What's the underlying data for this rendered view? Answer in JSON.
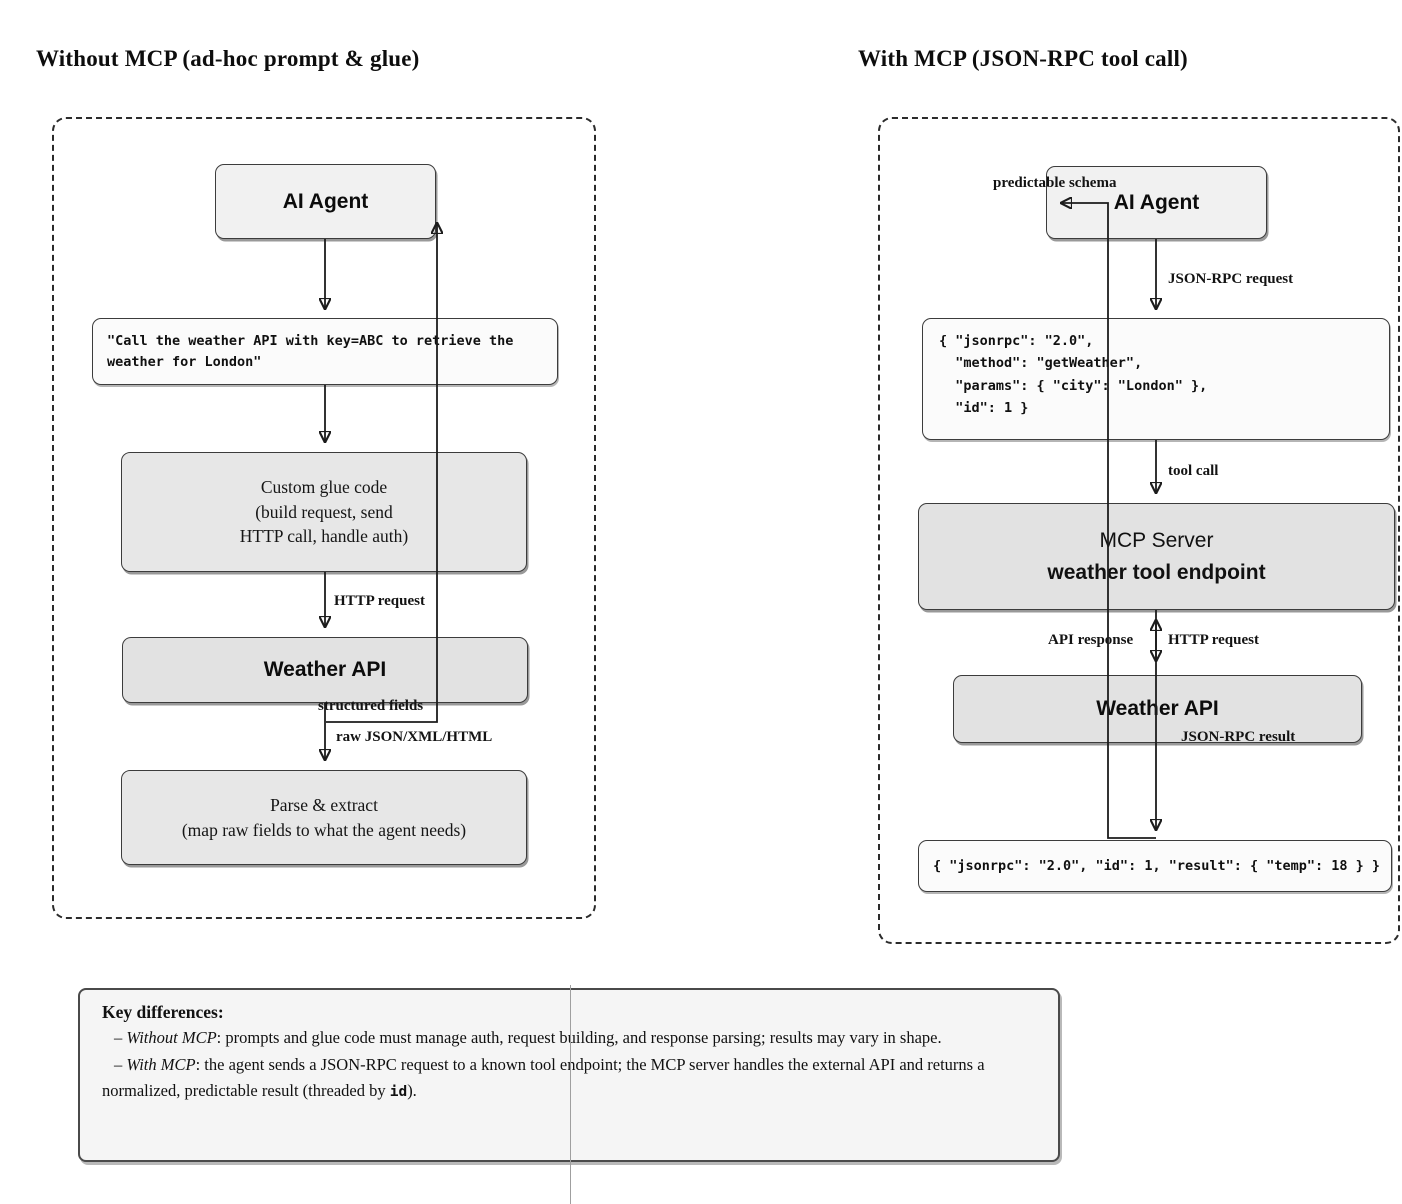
{
  "titles": {
    "left": "Without MCP (ad-hoc prompt & glue)",
    "right": "With MCP (JSON-RPC tool call)"
  },
  "left_flow": {
    "agent": "AI Agent",
    "prompt": "\"Call the weather API with key=ABC to retrieve the\nweather for London\"",
    "glue": "Custom glue code\n(build request, send\nHTTP call, handle auth)",
    "http_request_label": "HTTP request",
    "weather_api": "Weather API",
    "structured_fields_label": "structured fields",
    "raw_label": "raw JSON/XML/HTML",
    "parse": "Parse & extract\n(map raw fields to what the agent needs)"
  },
  "right_flow": {
    "agent": "AI Agent",
    "predictable_schema_label": "predictable schema",
    "jsonrpc_request_label": "JSON-RPC request",
    "request_json": "{ \"jsonrpc\": \"2.0\",\n  \"method\": \"getWeather\",\n  \"params\": { \"city\": \"London\" },\n  \"id\": 1 }",
    "tool_call_label": "tool call",
    "mcp_line1": "MCP Server",
    "mcp_line2": "weather tool endpoint",
    "api_response_label": "API response",
    "http_request_label": "HTTP request",
    "weather_api": "Weather API",
    "jsonrpc_result_label": "JSON-RPC result",
    "result_json": "{ \"jsonrpc\": \"2.0\", \"id\": 1, \"result\": { \"temp\": 18 } }"
  },
  "key_differences": {
    "heading": "Key differences:",
    "item1_dash": "– ",
    "item1_term": "Without MCP",
    "item1_text": ": prompts and glue code must manage auth, request building, and response parsing; results may vary in shape.",
    "item2_dash": "– ",
    "item2_term": "With MCP",
    "item2_text_a": ": the agent sends a JSON-RPC request to a known tool endpoint; the MCP server handles the external API and returns a normalized, predictable result (threaded by ",
    "item2_code": "id",
    "item2_text_b": ")."
  },
  "colors": {
    "line": "#1c1c1c",
    "box_border": "#3c3c3c",
    "box_fill_light": "#f1f1f1",
    "box_fill_gray": "#e7e7e7",
    "box_fill_white": "#fbfbfb",
    "keydiff_fill": "#f5f5f5",
    "background": "#ffffff"
  }
}
